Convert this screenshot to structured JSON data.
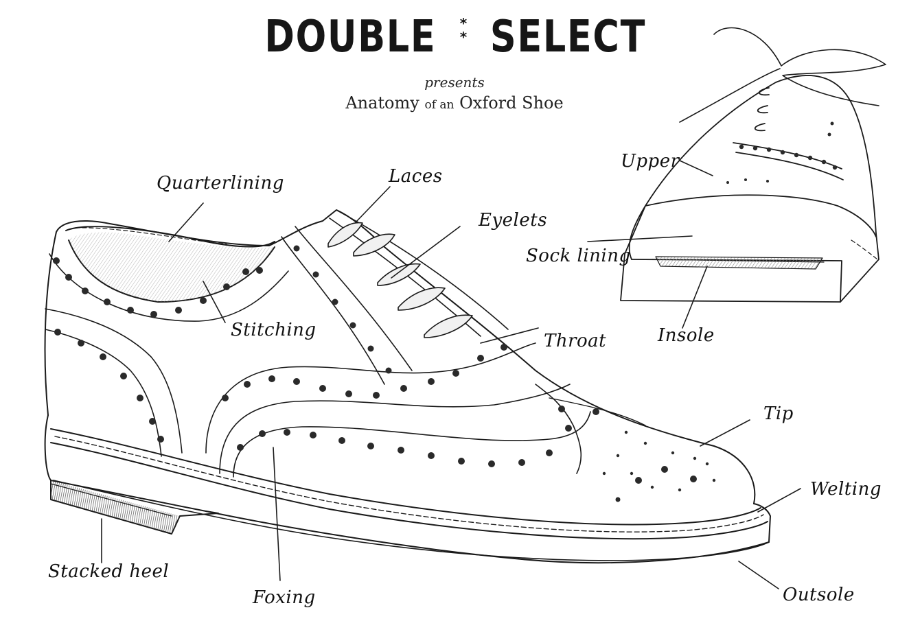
{
  "header": {
    "brand_left": "DOUBLE",
    "brand_stars": [
      "*",
      "*"
    ],
    "brand_right": "SELECT",
    "presents": "presents",
    "subtitle_part1": "Anatomy",
    "subtitle_connector": "of an",
    "subtitle_part2": "Oxford Shoe"
  },
  "labels": {
    "quarterlining": "Quarterlining",
    "laces": "Laces",
    "eyelets": "Eyelets",
    "stitching": "Stitching",
    "throat": "Throat",
    "tip": "Tip",
    "welting": "Welting",
    "stacked_heel": "Stacked heel",
    "foxing": "Foxing",
    "outsole": "Outsole",
    "upper": "Upper",
    "sock_lining": "Sock lining",
    "insole": "Insole"
  },
  "colors": {
    "ink": "#1a1a1a",
    "shade": "#c9c9c9",
    "heel_dark": "#4a4a4a",
    "paper": "#ffffff"
  }
}
